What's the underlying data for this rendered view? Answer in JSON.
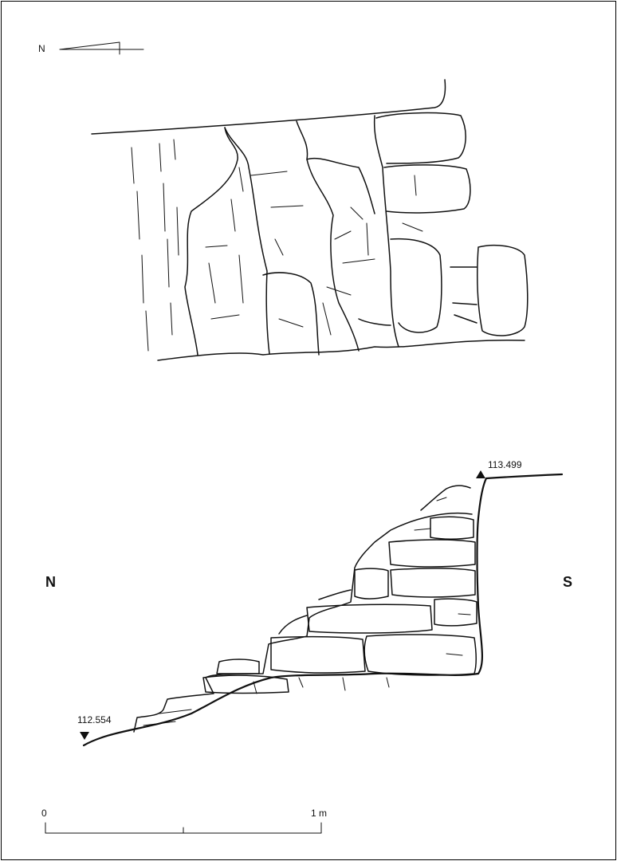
{
  "north_arrow": {
    "label": "N"
  },
  "section": {
    "left_label": "N",
    "right_label": "S",
    "elevation_high": "113.499",
    "elevation_low": "112.554"
  },
  "scale_bar": {
    "start_label": "0",
    "end_label": "1 m"
  }
}
